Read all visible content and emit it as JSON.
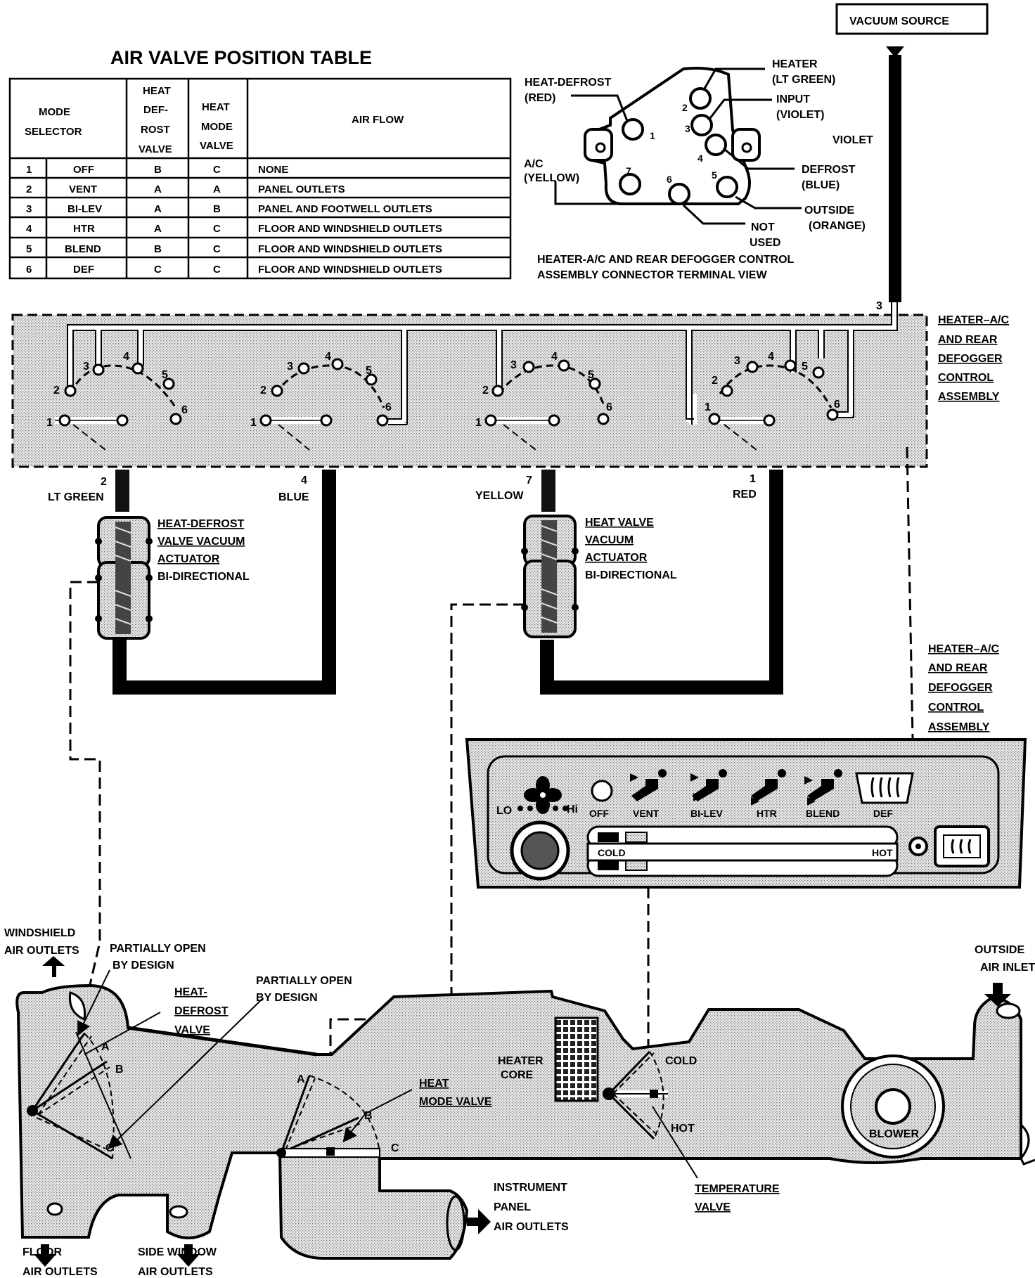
{
  "table": {
    "title": "AIR VALVE POSITION TABLE",
    "headers": {
      "mode_selector": [
        "MODE",
        "SELECTOR"
      ],
      "heat_defrost_valve": [
        "HEAT",
        "DEF-",
        "ROST",
        "VALVE"
      ],
      "heat_mode_valve": [
        "HEAT",
        "MODE",
        "VALVE"
      ],
      "air_flow": "AIR FLOW"
    },
    "rows": [
      {
        "num": "1",
        "mode": "OFF",
        "def": "B",
        "heat": "C",
        "flow": "NONE"
      },
      {
        "num": "2",
        "mode": "VENT",
        "def": "A",
        "heat": "A",
        "flow": "PANEL OUTLETS"
      },
      {
        "num": "3",
        "mode": "BI-LEV",
        "def": "A",
        "heat": "B",
        "flow": "PANEL AND FOOTWELL OUTLETS"
      },
      {
        "num": "4",
        "mode": "HTR",
        "def": "A",
        "heat": "C",
        "flow": "FLOOR AND WINDSHIELD OUTLETS"
      },
      {
        "num": "5",
        "mode": "BLEND",
        "def": "B",
        "heat": "C",
        "flow": "FLOOR AND WINDSHIELD OUTLETS"
      },
      {
        "num": "6",
        "mode": "DEF",
        "def": "C",
        "heat": "C",
        "flow": "FLOOR AND WINDSHIELD OUTLETS"
      }
    ]
  },
  "vacuum_source": "VACUUM SOURCE",
  "connector": {
    "heat_defrost": [
      "HEAT-DEFROST",
      "(RED)"
    ],
    "heater": [
      "HEATER",
      "(LT GREEN)"
    ],
    "input": [
      "INPUT",
      "(VIOLET)"
    ],
    "violet": "VIOLET",
    "ac": [
      "A/C",
      "(YELLOW)"
    ],
    "defrost": [
      "DEFROST",
      "(BLUE)"
    ],
    "outside": [
      "OUTSIDE",
      "(ORANGE)"
    ],
    "not_used": [
      "NOT",
      "USED"
    ],
    "caption": [
      "HEATER-A/C AND REAR DEFOGGER CONTROL",
      "ASSEMBLY CONNECTOR TERMINAL VIEW"
    ],
    "pins": [
      "1",
      "2",
      "3",
      "4",
      "5",
      "6",
      "7"
    ]
  },
  "control_assembly": [
    "HEATER–A/C",
    "AND REAR",
    "DEFOGGER",
    "CONTROL",
    "ASSEMBLY"
  ],
  "control_assembly_2": [
    "HEATER–A/C",
    "AND REAR",
    "DEFOGGER",
    "CONTROL",
    "ASSEMBLY"
  ],
  "switch_positions": [
    "1",
    "2",
    "3",
    "4",
    "5",
    "6"
  ],
  "hose_labels": {
    "lt_green": {
      "num": "2",
      "color": "LT GREEN"
    },
    "blue": {
      "num": "4",
      "color": "BLUE"
    },
    "yellow": {
      "num": "7",
      "color": "YELLOW"
    },
    "red": {
      "num": "1",
      "color": "RED"
    },
    "source_num": "3"
  },
  "actuators": {
    "heat_defrost": [
      "HEAT-DEFROST",
      "VALVE VACUUM",
      "ACTUATOR",
      "BI-DIRECTIONAL"
    ],
    "heat_valve": [
      "HEAT  VALVE",
      "VACUUM",
      "ACTUATOR",
      "BI-DIRECTIONAL"
    ]
  },
  "panel": {
    "lo": "LO",
    "hi": "Hi",
    "modes": [
      "OFF",
      "VENT",
      "BI-LEV",
      "HTR",
      "BLEND",
      "DEF"
    ],
    "cold": "COLD",
    "hot": "HOT"
  },
  "duct": {
    "windshield": [
      "WINDSHIELD",
      "AIR OUTLETS"
    ],
    "partially_open_1": [
      "PARTIALLY OPEN",
      "BY DESIGN"
    ],
    "partially_open_2": [
      "PARTIALLY OPEN",
      "BY DESIGN"
    ],
    "heat_defrost_valve": [
      "HEAT-",
      "DEFROST",
      "VALVE"
    ],
    "heater_core": [
      "HEATER",
      "CORE"
    ],
    "heat_mode_valve": [
      "HEAT",
      "MODE VALVE"
    ],
    "cold": "COLD",
    "hot": "HOT",
    "blower": "BLOWER",
    "outside_air": [
      "OUTSIDE",
      "AIR INLET"
    ],
    "instrument_panel": [
      "INSTRUMENT",
      "PANEL",
      "AIR OUTLETS"
    ],
    "temperature_valve": [
      "TEMPERATURE",
      "VALVE"
    ],
    "floor": [
      "FLOOR",
      "AIR OUTLETS"
    ],
    "side_window": [
      "SIDE WINDOW",
      "AIR OUTLETS"
    ],
    "valve_a": "A",
    "valve_b": "B",
    "valve_c": "C"
  }
}
